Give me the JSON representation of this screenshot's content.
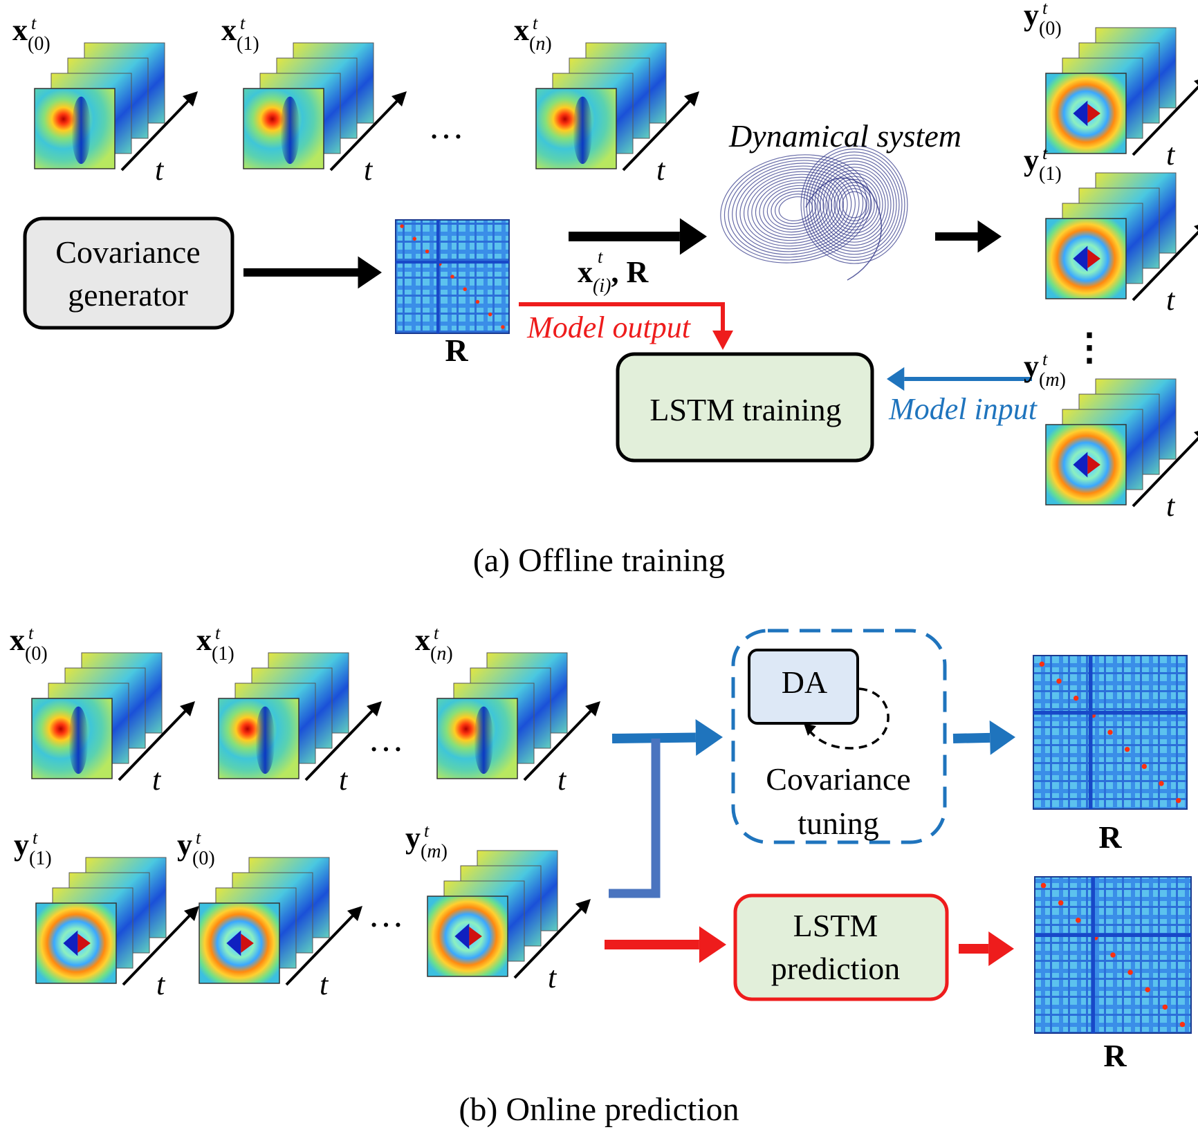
{
  "offline": {
    "caption": "(a) Offline training",
    "x_stacks": [
      {
        "sym": "x",
        "sup": "t",
        "sub_pre": "(",
        "sub_var": "0",
        "sub_post": ")"
      },
      {
        "sym": "x",
        "sup": "t",
        "sub_pre": "(",
        "sub_var": "1",
        "sub_post": ")"
      },
      {
        "sym": "x",
        "sup": "t",
        "sub_pre": "(",
        "sub_var": "n",
        "sub_post": ")"
      }
    ],
    "y_stacks": [
      {
        "sym": "y",
        "sup": "t",
        "sub_pre": "(",
        "sub_var": "0",
        "sub_post": ")"
      },
      {
        "sym": "y",
        "sup": "t",
        "sub_pre": "(",
        "sub_var": "1",
        "sub_post": ")"
      },
      {
        "sym": "y",
        "sup": "t",
        "sub_pre": "(",
        "sub_var": "m",
        "sub_post": ")"
      }
    ],
    "time_label": "t",
    "ellipsis": "…",
    "vertical_ellipsis": "⋮",
    "covariance_generator": [
      "Covariance",
      "generator"
    ],
    "matrix_label": "R",
    "arrow_label_sym": "x",
    "arrow_label_sup": "t",
    "arrow_label_sub": "(i)",
    "arrow_label_tail": ", R",
    "dynamical_system": "Dynamical system",
    "model_output": "Model output",
    "model_input": "Model input",
    "lstm_training": "LSTM training"
  },
  "online": {
    "caption": "(b) Online prediction",
    "x_stacks": [
      {
        "sym": "x",
        "sup": "t",
        "sub_pre": "(",
        "sub_var": "0",
        "sub_post": ")"
      },
      {
        "sym": "x",
        "sup": "t",
        "sub_pre": "(",
        "sub_var": "1",
        "sub_post": ")"
      },
      {
        "sym": "x",
        "sup": "t",
        "sub_pre": "(",
        "sub_var": "n",
        "sub_post": ")"
      }
    ],
    "y_stacks": [
      {
        "sym": "y",
        "sup": "t",
        "sub_pre": "(",
        "sub_var": "1",
        "sub_post": ")"
      },
      {
        "sym": "y",
        "sup": "t",
        "sub_pre": "(",
        "sub_var": "0",
        "sub_post": ")"
      },
      {
        "sym": "y",
        "sup": "t",
        "sub_pre": "(",
        "sub_var": "m",
        "sub_post": ")"
      }
    ],
    "time_label": "t",
    "ellipsis": "…",
    "da": "DA",
    "covariance_tuning": [
      "Covariance",
      "tuning"
    ],
    "lstm_prediction": [
      "LSTM",
      "prediction"
    ],
    "matrix_label": "R"
  },
  "colors": {
    "black": "#000000",
    "red": "#ee1c1c",
    "blue": "#1f74bd",
    "steel": "#4a74bf",
    "box_gray": "#e8e8e8",
    "box_green": "#e2efda",
    "box_blue": "#dde8f6",
    "attractor": "#343a8a"
  }
}
